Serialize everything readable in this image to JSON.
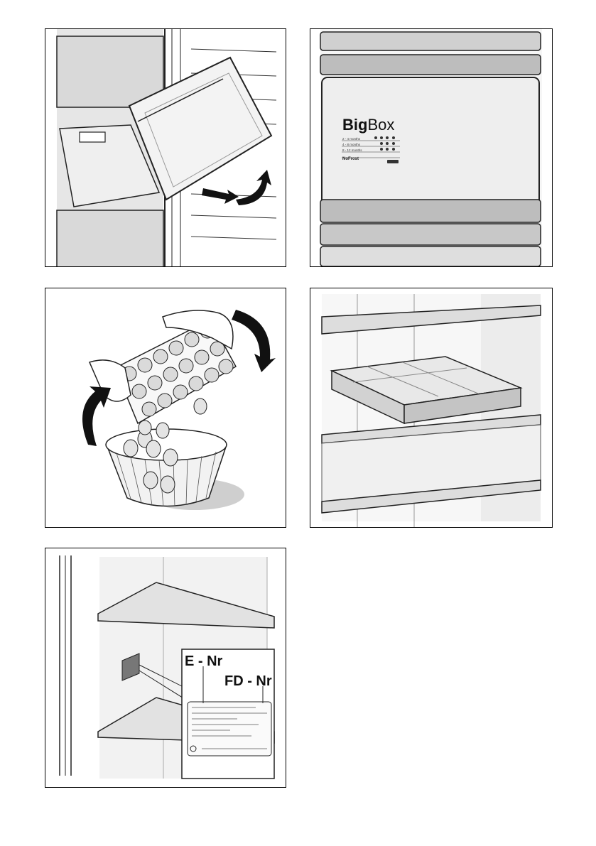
{
  "panels": {
    "drawer_removal": {
      "description_icons": [
        "drawer-icon",
        "arrow-pull-icon",
        "arrow-lift-icon"
      ]
    },
    "bigbox": {
      "brand_bold": "Big",
      "brand_light": "Box",
      "storage_rows": [
        "2 - 4 months",
        "4 - 8 months",
        "8 - 12 months"
      ],
      "nofrost_label": "NoFrost"
    },
    "ice_tray": {
      "description_icons": [
        "hands-icon",
        "ice-tray-icon",
        "bowl-icon",
        "arrow-rotate-icon"
      ]
    },
    "shelf_tray": {
      "description_icons": [
        "shelf-icon",
        "ice-cube-tray-icon"
      ]
    },
    "rating_plate": {
      "e_nr_label": "E - Nr",
      "fd_nr_label": "FD - Nr"
    }
  },
  "colors": {
    "line": "#1a1a1a",
    "gray_light": "#e8e8e8",
    "gray_mid": "#cfcfcf",
    "gray_dark": "#555555"
  }
}
